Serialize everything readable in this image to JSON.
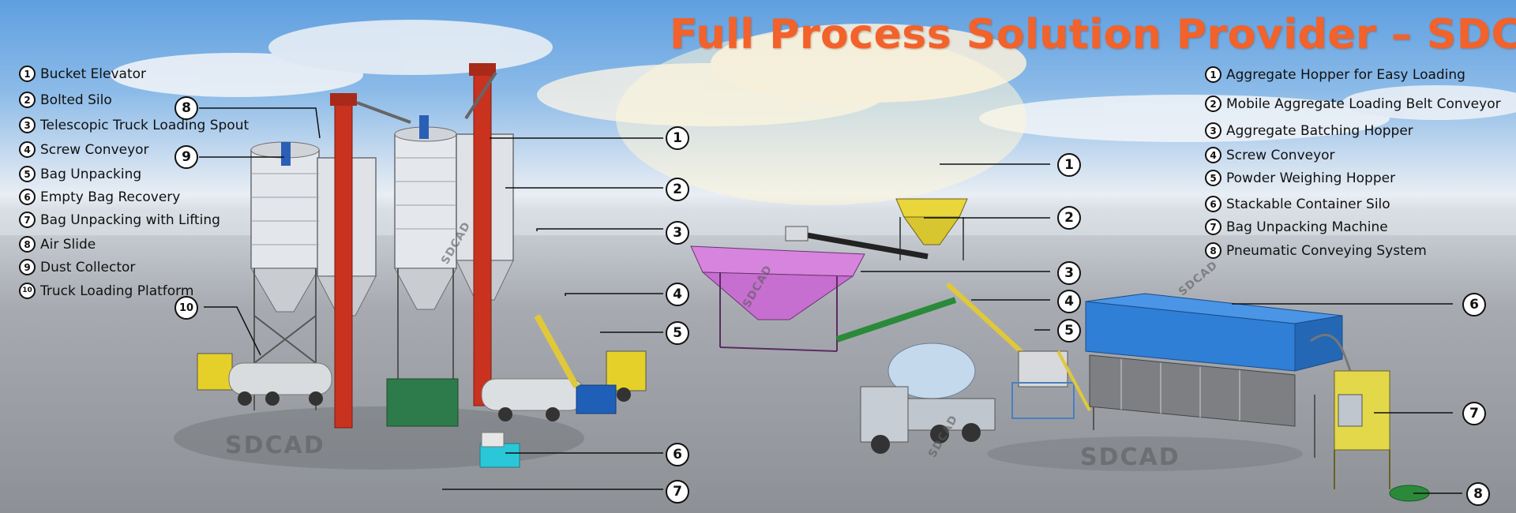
{
  "title": "Full Process Solution Provider –  SDCAD",
  "left_legend": [
    {
      "num": "1",
      "label": "Bucket Elevator"
    },
    {
      "num": "2",
      "label": "Bolted Silo"
    },
    {
      "num": "3",
      "label": "Telescopic Truck  Loading Spout"
    },
    {
      "num": "4",
      "label": "Screw Conveyor"
    },
    {
      "num": "5",
      "label": "Bag Unpacking"
    },
    {
      "num": "6",
      "label": "Empty Bag Recovery"
    },
    {
      "num": "7",
      "label": "Bag Unpacking with Lifting"
    },
    {
      "num": "8",
      "label": "Air Slide"
    },
    {
      "num": "9",
      "label": "Dust Collector"
    },
    {
      "num": "10",
      "label": "Truck Loading Platform"
    }
  ],
  "right_legend": [
    {
      "num": "1",
      "label": "Aggregate Hopper for Easy Loading"
    },
    {
      "num": "2",
      "label": "Mobile Aggregate Loading Belt Conveyor"
    },
    {
      "num": "3",
      "label": "Aggregate Batching Hopper"
    },
    {
      "num": "4",
      "label": "Screw Conveyor"
    },
    {
      "num": "5",
      "label": "Powder Weighing Hopper"
    },
    {
      "num": "6",
      "label": "Stackable Container Silo"
    },
    {
      "num": "7",
      "label": "Bag Unpacking Machine"
    },
    {
      "num": "8",
      "label": "Pneumatic Conveying System"
    }
  ],
  "callouts_left": [
    "1",
    "2",
    "3",
    "4",
    "5",
    "6",
    "7",
    "8",
    "9",
    "10"
  ],
  "callouts_right": [
    "1",
    "2",
    "3",
    "4",
    "5",
    "6",
    "7",
    "8"
  ],
  "watermarks": {
    "big": "SDCAD",
    "small": "SDCAD"
  },
  "colors": {
    "title": "#f2622a",
    "elevator": "#c9321f",
    "silo": "#e3e6ea",
    "hopper": "#d784de",
    "container": "#2f7fd6",
    "yellow": "#e8d63a"
  }
}
